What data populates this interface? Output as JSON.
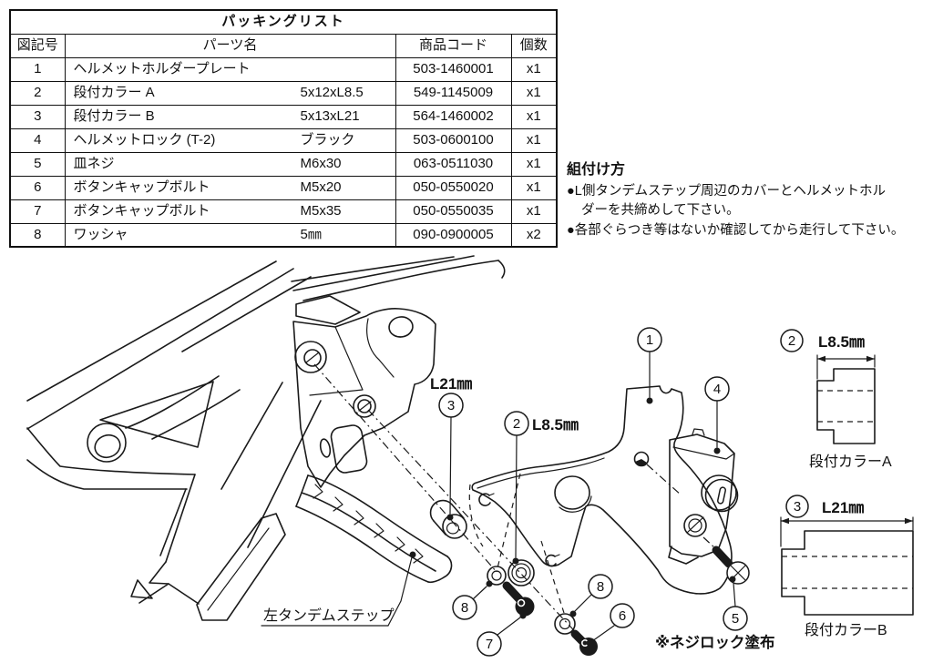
{
  "packing_list": {
    "title": "パッキングリスト",
    "columns": {
      "symbol": "図記号",
      "part": "パーツ名",
      "code": "商品コード",
      "qty": "個数"
    },
    "rows": [
      {
        "no": "1",
        "name": "ヘルメットホルダープレート",
        "spec": "",
        "code": "503-1460001",
        "qty": "x1"
      },
      {
        "no": "2",
        "name": "段付カラー A",
        "spec": "5x12xL8.5",
        "code": "549-1145009",
        "qty": "x1"
      },
      {
        "no": "3",
        "name": "段付カラー B",
        "spec": "5x13xL21",
        "code": "564-1460002",
        "qty": "x1"
      },
      {
        "no": "4",
        "name": "ヘルメットロック (T-2)",
        "spec": "ブラック",
        "code": "503-0600100",
        "qty": "x1"
      },
      {
        "no": "5",
        "name": "皿ネジ",
        "spec": "M6x30",
        "code": "063-0511030",
        "qty": "x1"
      },
      {
        "no": "6",
        "name": "ボタンキャップボルト",
        "spec": "M5x20",
        "code": "050-0550020",
        "qty": "x1"
      },
      {
        "no": "7",
        "name": "ボタンキャップボルト",
        "spec": "M5x35",
        "code": "050-0550035",
        "qty": "x1"
      },
      {
        "no": "8",
        "name": "ワッシャ",
        "spec": "5㎜",
        "code": "090-0900005",
        "qty": "x2"
      }
    ]
  },
  "instructions": {
    "heading": "組付け方",
    "lines": [
      "●L側タンデムステップ周辺のカバーとヘルメットホル",
      "ダーを共締めして下さい。",
      "●各部ぐらつき等はないか確認してから走行して下さい。"
    ]
  },
  "diagram": {
    "callouts": {
      "c1": "1",
      "c2": "2",
      "c3": "3",
      "c4": "4",
      "c5": "5",
      "c6": "6",
      "c7": "7",
      "c8a": "8",
      "c8b": "8"
    },
    "labels": {
      "collar_b_dim": "L21㎜",
      "collar_a_dim": "L8.5㎜",
      "tandem_step": "左タンデムステップ",
      "threadlock": "※ネジロック塗布"
    },
    "detail_a": {
      "num": "2",
      "dim": "L8.5㎜",
      "name": "段付カラーA"
    },
    "detail_b": {
      "num": "3",
      "dim": "L21㎜",
      "name": "段付カラーB"
    }
  }
}
